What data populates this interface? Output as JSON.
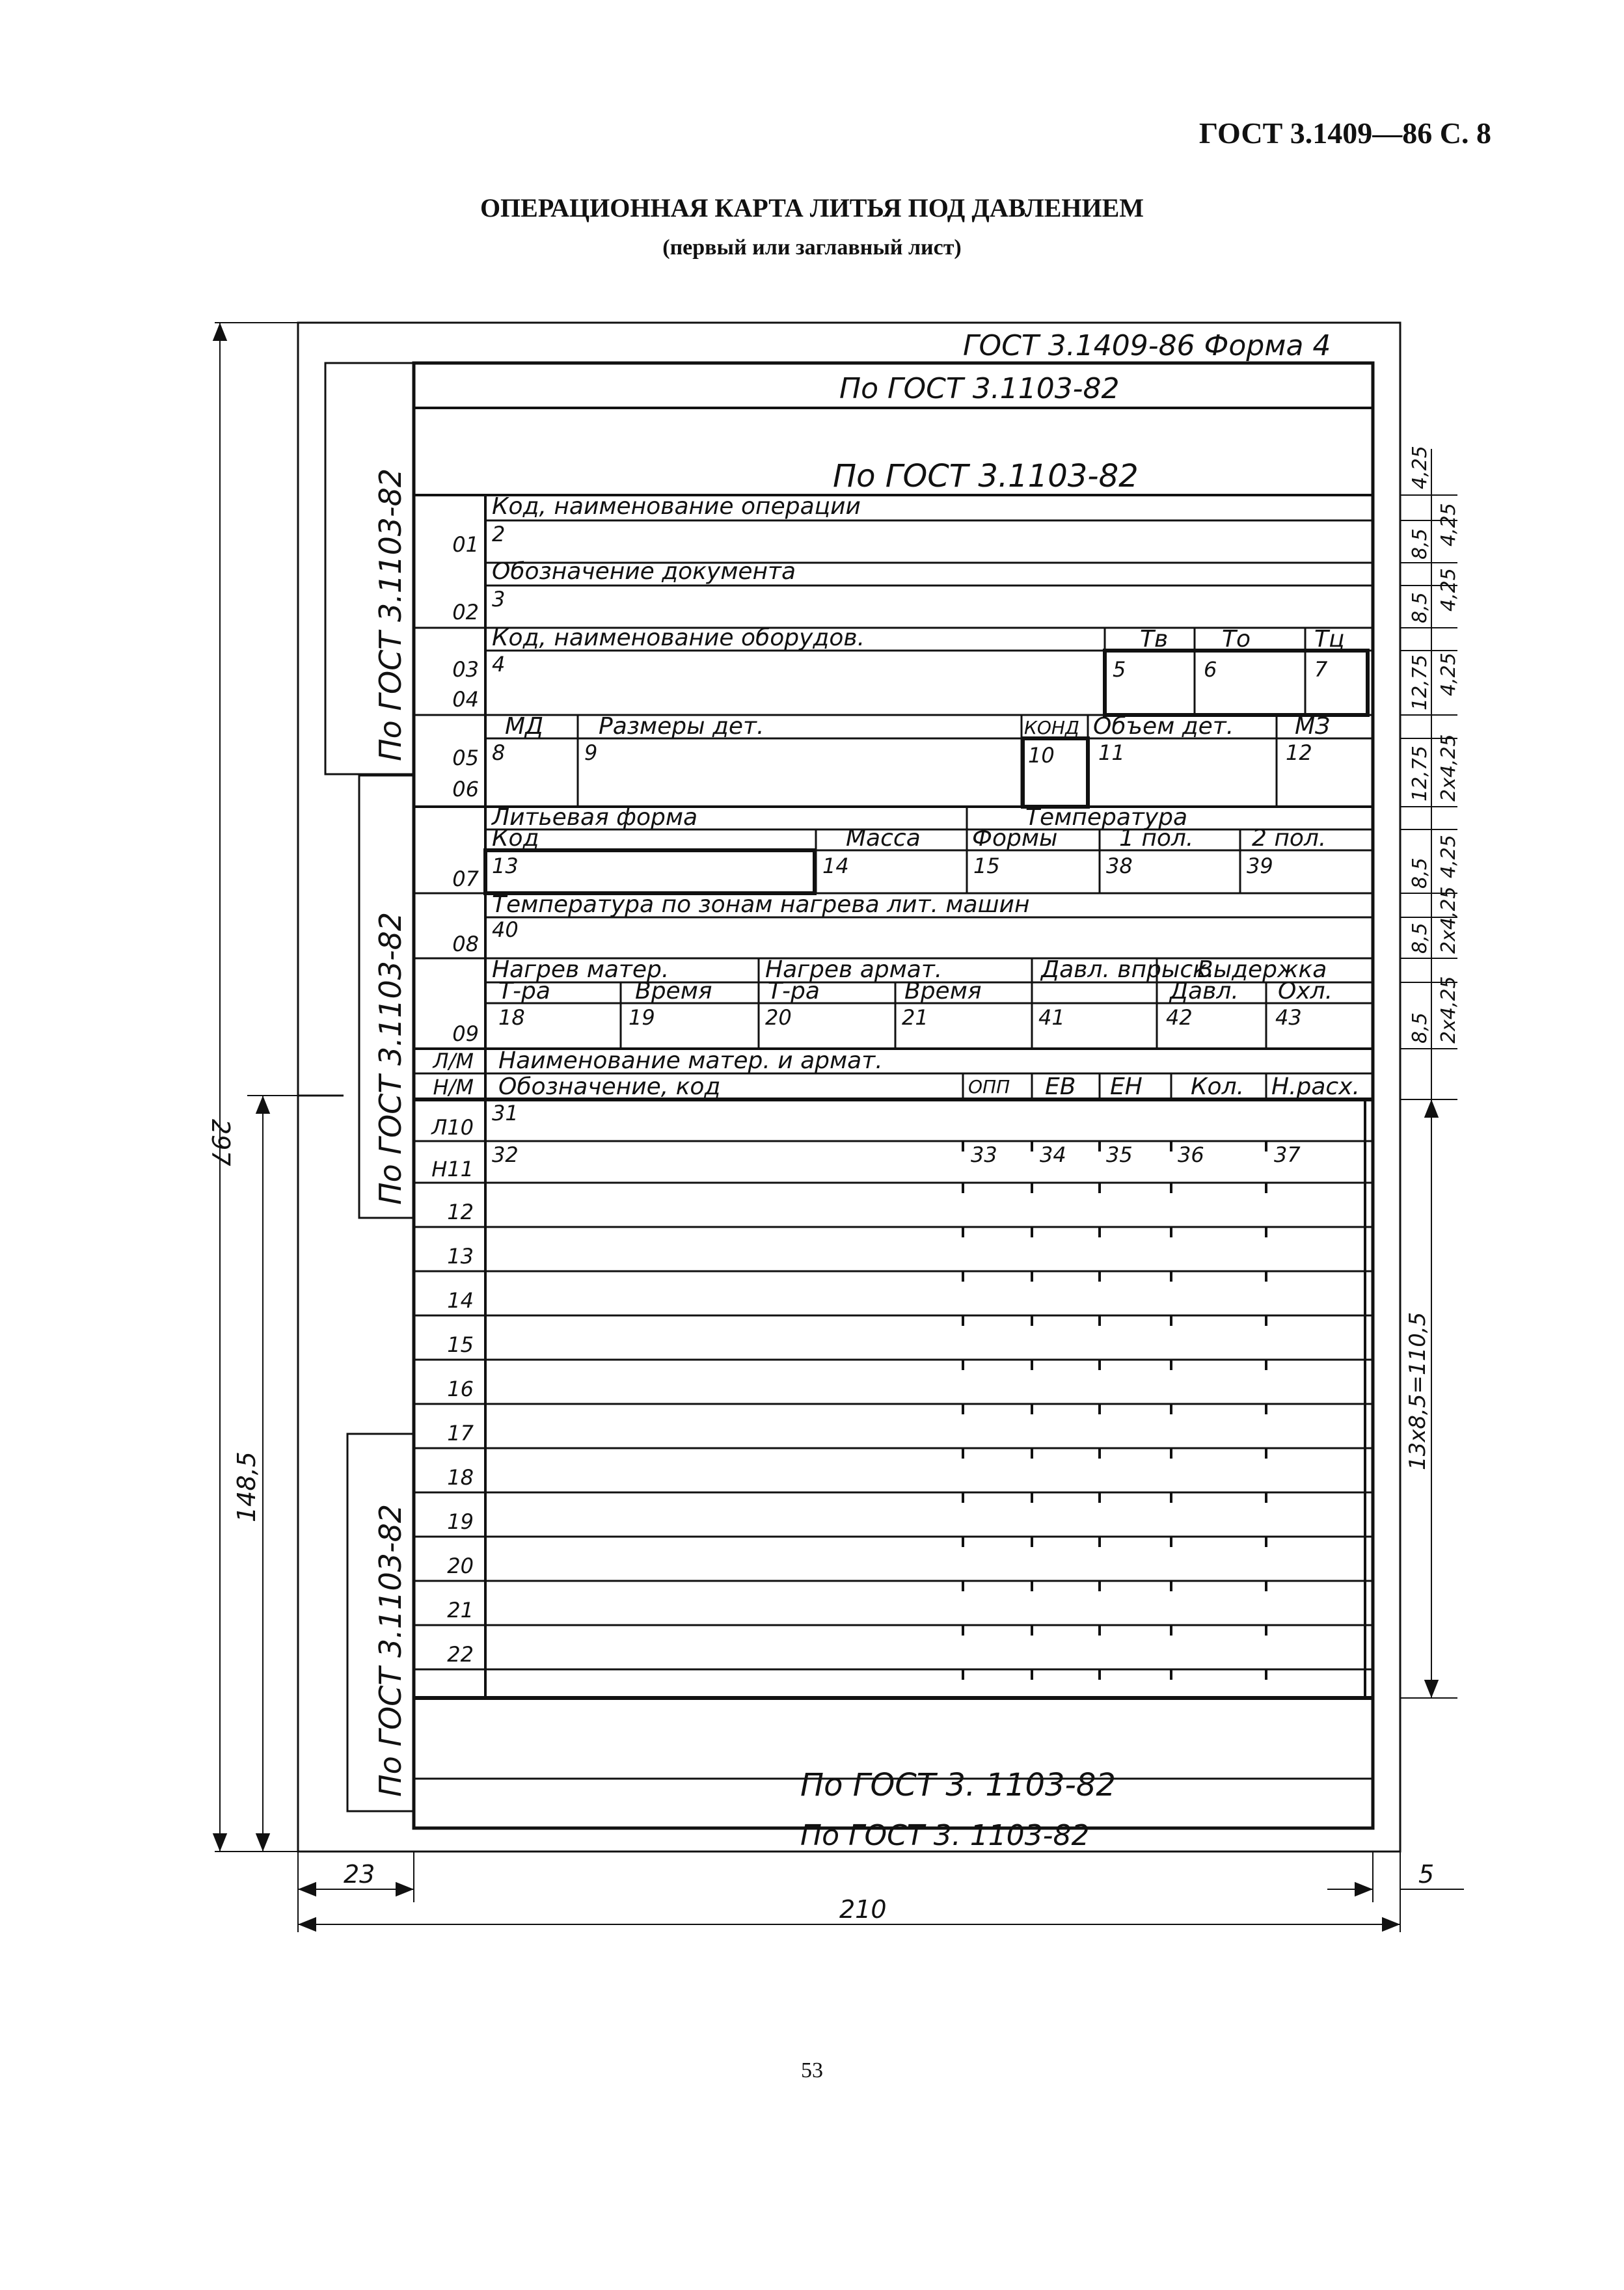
{
  "page": {
    "header": "ГОСТ 3.1409—86 С. 8",
    "title": "ОПЕРАЦИОННАЯ КАРТА ЛИТЬЯ ПОД ДАВЛЕНИЕМ",
    "subtitle": "(первый или заглавный лист)",
    "number": "53"
  },
  "form": {
    "form_label": "ГОСТ 3.1409-86  Форма 4",
    "ref": "По  ГОСТ  3.1103-82",
    "ref_side": "По ГОСТ 3.1103-82",
    "ref_bottom_1": "По  ГОСТ 3. 1103-82",
    "ref_bottom_2": "По  ГОСТ  3.  1103-82"
  },
  "rows": {
    "r01": "01",
    "r02": "02",
    "r03": "03",
    "r04": "04",
    "r05": "05",
    "r06": "06",
    "r07": "07",
    "r08": "08",
    "r09": "09",
    "lm": "Л/М",
    "nm": "Н/М",
    "l10": "Л10",
    "h11": "Н11",
    "r12": "12",
    "r13": "13",
    "r14": "14",
    "r15": "15",
    "r16": "16",
    "r17": "17",
    "r18": "18",
    "r19": "19",
    "r20": "20",
    "r21": "21",
    "r22": "22"
  },
  "fields": {
    "op_code": "Код, наименование  операции",
    "doc_designation": "Обозначение  документа",
    "equip": "Код, наименование  оборудов.",
    "tv": "Тв",
    "to": "То",
    "tc": "Тц",
    "md": "МД",
    "part_dims": "Размеры  дет.",
    "kond": "КОНД",
    "part_volume": "Объем  дет.",
    "mz": "МЗ",
    "mold": "Литьевая   форма",
    "temperature": "Температура",
    "code": "Код",
    "mass": "Масса",
    "molds": "Формы",
    "half1": "1  пол.",
    "half2": "2  пол.",
    "zone_temp": "Температура  по  зонам  нагрева  лит.  машин",
    "mat_heat": "Нагрев  матер.",
    "arm_heat": "Нагрев  армат.",
    "inj_press": "Давл. впрыск.",
    "hold": "Выдержка",
    "temp_a": "Т-ра",
    "time_a": "Время",
    "temp_b": "Т-ра",
    "time_b": "Время",
    "hold_press": "Давл.",
    "cool": "Охл.",
    "mat_name": "Наименование   матер.    и    армат.",
    "mat_code": "Обозначение, код",
    "opp": "ОПП",
    "ev": "ЕВ",
    "en": "ЕН",
    "qty": "Кол.",
    "norm": "Н.расх."
  },
  "nums": {
    "n2": "2",
    "n3": "3",
    "n4": "4",
    "n5": "5",
    "n6": "6",
    "n7": "7",
    "n8": "8",
    "n9": "9",
    "n10": "10",
    "n11": "11",
    "n12": "12",
    "n13": "13",
    "n14": "14",
    "n15": "15",
    "n38": "38",
    "n39": "39",
    "n40": "40",
    "n18": "18",
    "n19": "19",
    "n20": "20",
    "n21": "21",
    "n41": "41",
    "n42": "42",
    "n43": "43",
    "n31": "31",
    "n32": "32",
    "n33": "33",
    "n34": "34",
    "n35": "35",
    "n36": "36",
    "n37": "37"
  },
  "dims": {
    "d425": "4,25",
    "d85": "8,5",
    "d1275": "12,75",
    "d2x425": "2х4,25",
    "d13x85": "13х8,5=110,5",
    "d297": "297",
    "d1485": "148,5",
    "d23": "23",
    "d210": "210",
    "d5": "5"
  }
}
